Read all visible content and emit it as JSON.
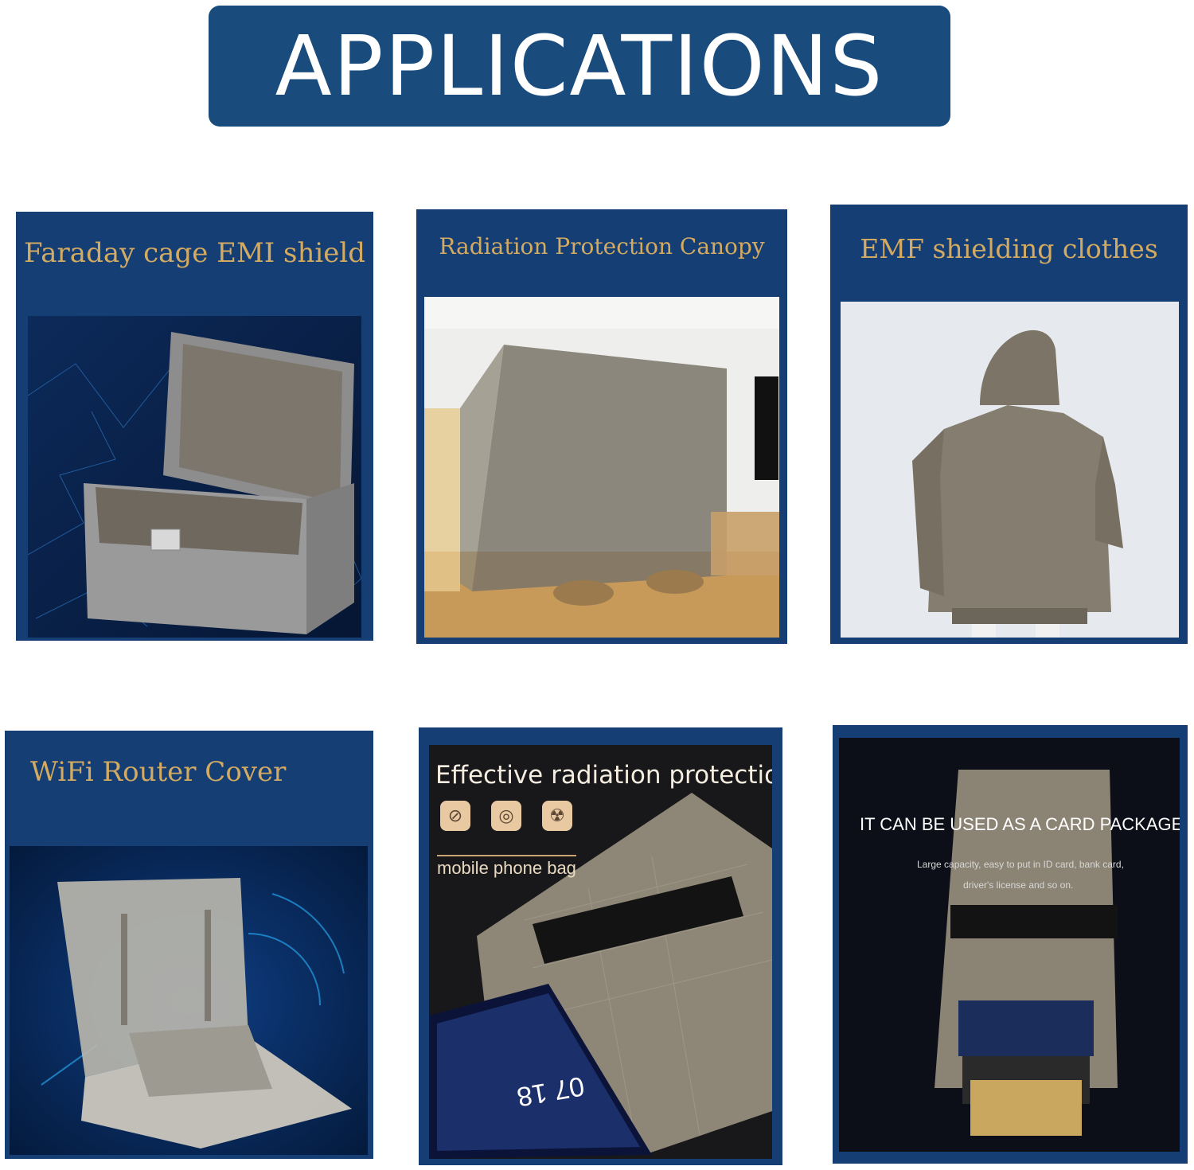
{
  "header": {
    "title": "APPLICATIONS"
  },
  "panels": [
    {
      "title": "Faraday cage EMI shield"
    },
    {
      "title": "Radiation Protection Canopy"
    },
    {
      "title": "EMF shielding clothes"
    },
    {
      "title": "WiFi Router Cover"
    },
    {
      "title": "",
      "headline": "Effective radiation protection",
      "caption": "mobile phone bag",
      "phone_time": "07 18"
    },
    {
      "title": "",
      "headline": "IT CAN BE USED AS A CARD PACKAGE",
      "subtext_line1": "Large capacity, easy to put in ID card, bank card,",
      "subtext_line2": "driver's license and so on."
    }
  ],
  "colors": {
    "panel_blue": "#153e74",
    "banner_blue": "#194b7c",
    "title_gold": "#d3aa62",
    "fabric": "#8f8779"
  }
}
